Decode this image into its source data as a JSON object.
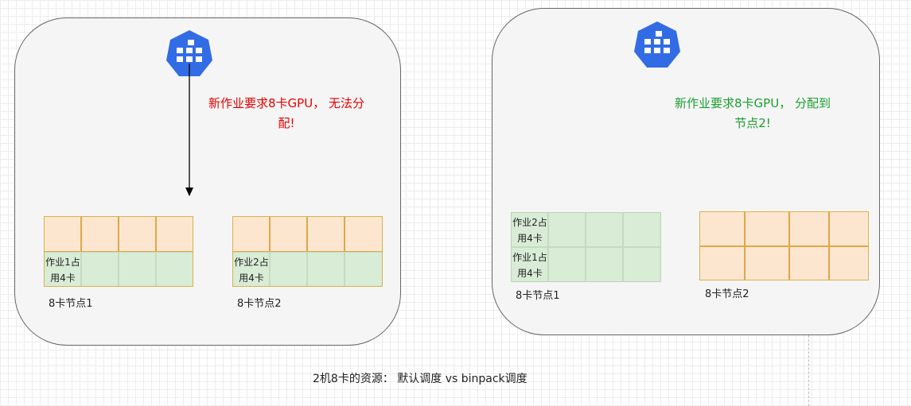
{
  "colors": {
    "accent_red": "#e60000",
    "accent_green": "#1a9e2f",
    "k8s_blue": "#326ce5",
    "gpu_free": "#fce6cf",
    "gpu_used": "#d8ecd6"
  },
  "left": {
    "message": "新作业要求8卡GPU， 无法分\n配!",
    "node1": {
      "label": "8卡节点1",
      "job": "作业1占\n用4卡"
    },
    "node2": {
      "label": "8卡节点2",
      "job": "作业2占\n用4卡"
    }
  },
  "right": {
    "message": "新作业要求8卡GPU， 分配到\n节点2!",
    "node1": {
      "label": "8卡节点1",
      "job_top": "作业2占\n用4卡",
      "job_bottom": "作业1占\n用4卡"
    },
    "node2": {
      "label": "8卡节点2"
    }
  },
  "caption": "2机8卡的资源： 默认调度 vs  binpack调度"
}
